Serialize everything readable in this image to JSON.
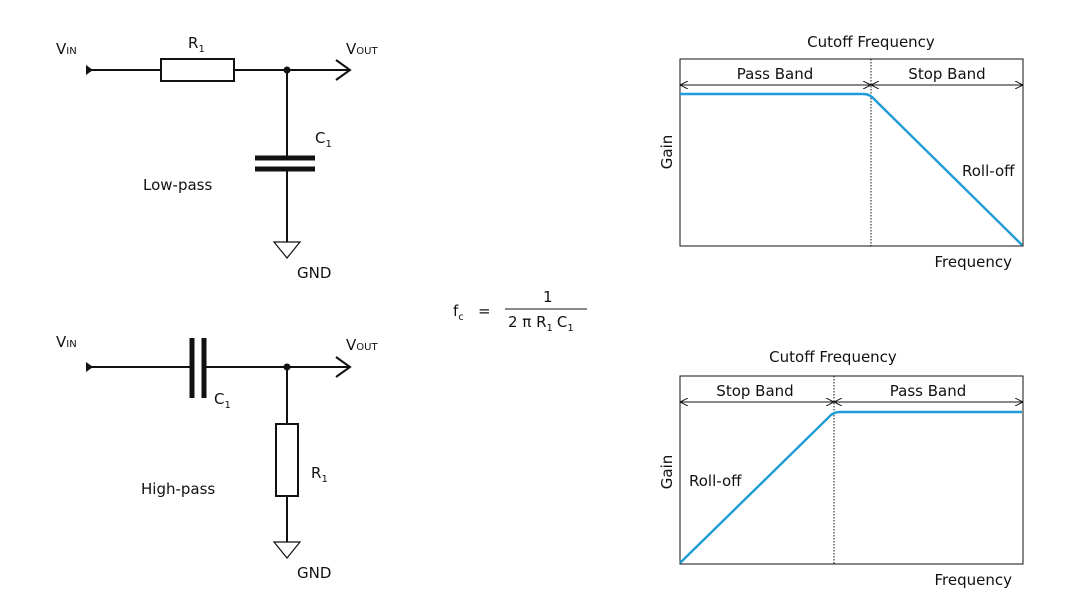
{
  "low_pass": {
    "title": "Low-pass",
    "vin": {
      "main": "V",
      "sub": "IN"
    },
    "vout": {
      "main": "V",
      "sub": "OUT"
    },
    "r": {
      "main": "R",
      "sub": "1"
    },
    "c": {
      "main": "C",
      "sub": "1"
    },
    "gnd": "GND"
  },
  "high_pass": {
    "title": "High-pass",
    "vin": {
      "main": "V",
      "sub": "IN"
    },
    "vout": {
      "main": "V",
      "sub": "OUT"
    },
    "r": {
      "main": "R",
      "sub": "1"
    },
    "c": {
      "main": "C",
      "sub": "1"
    },
    "gnd": "GND"
  },
  "formula": {
    "lhs_main": "f",
    "lhs_sub": "c",
    "equals": "=",
    "numerator": "1",
    "den_a": "2 π R",
    "den_a_sub": "1",
    "den_b": "C",
    "den_b_sub": "1"
  },
  "charts": [
    {
      "title": "Cutoff Frequency",
      "band_left": "Pass Band",
      "band_right": "Stop Band",
      "ylabel": "Gain",
      "xlabel": "Frequency",
      "annotation": "Roll-off",
      "curve_color": "#1f9bd7"
    },
    {
      "title": "Cutoff Frequency",
      "band_left": "Stop Band",
      "band_right": "Pass Band",
      "ylabel": "Gain",
      "xlabel": "Frequency",
      "annotation": "Roll-off",
      "curve_color": "#1f9bd7"
    }
  ]
}
